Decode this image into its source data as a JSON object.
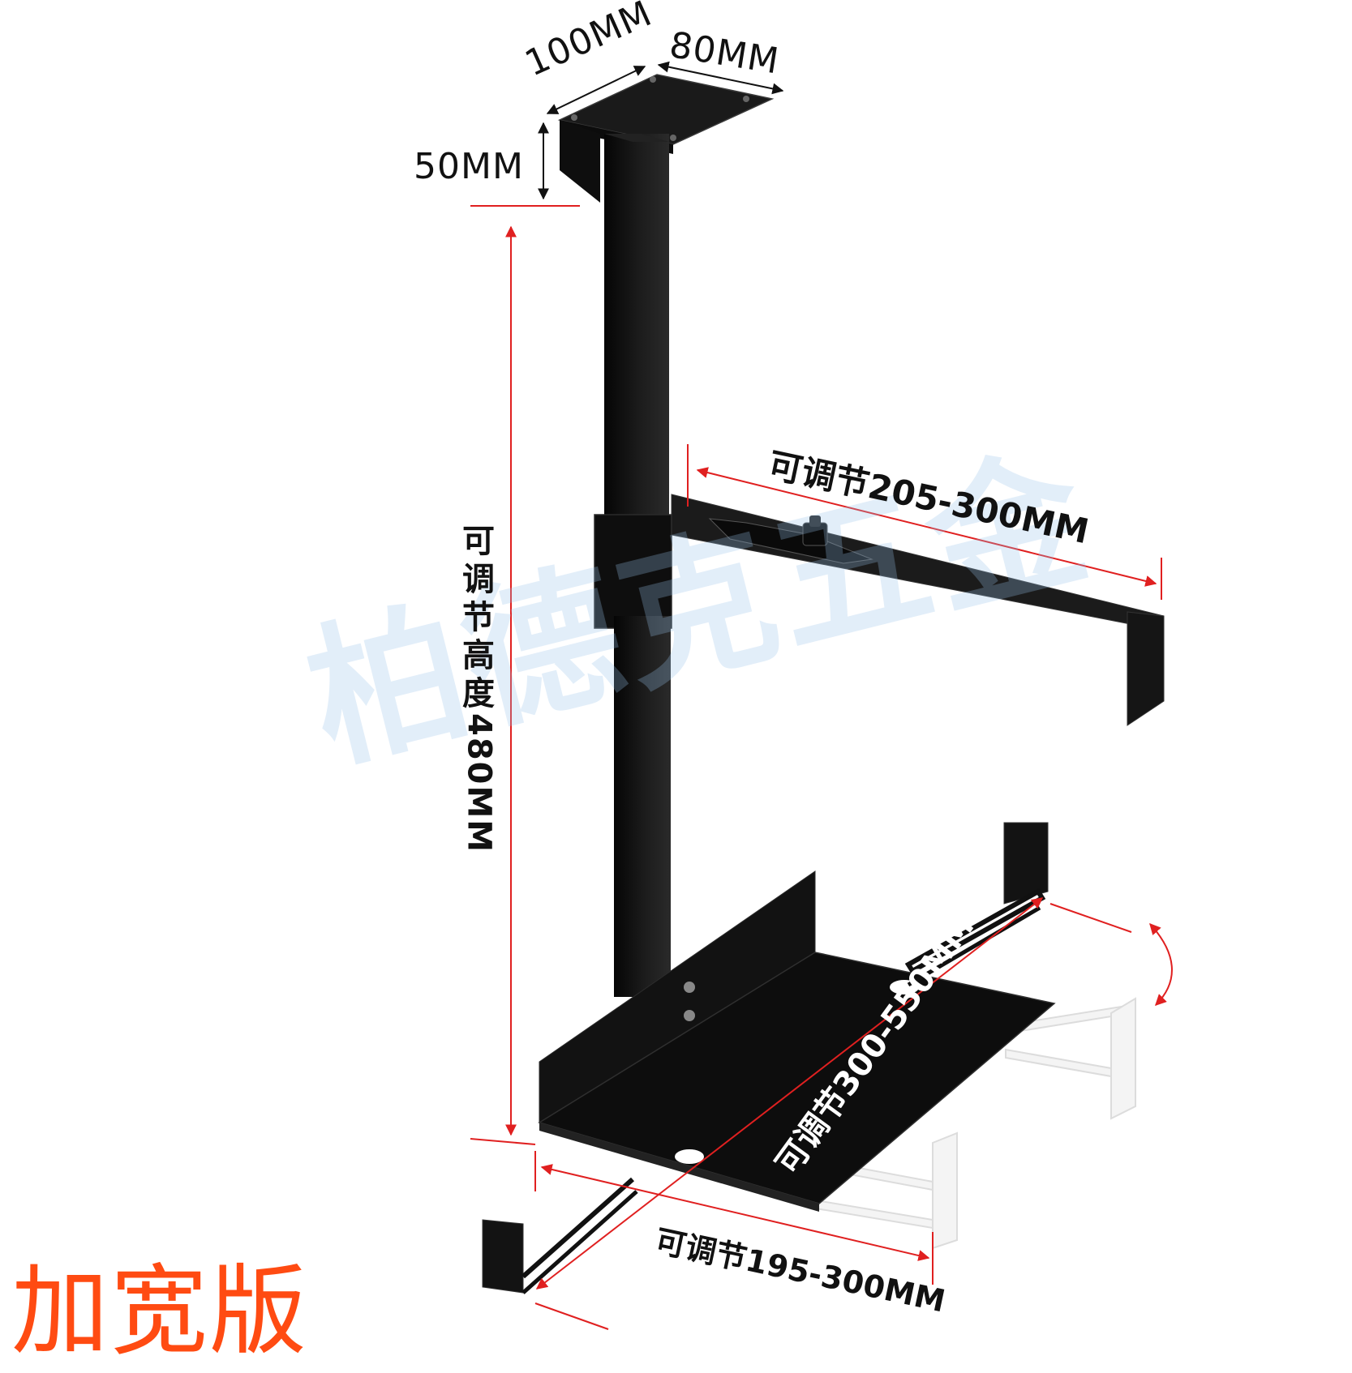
{
  "labels": {
    "width_top": "100MM",
    "depth_top": "80MM",
    "height_top": "50MM",
    "arm_adjust": "可调节205-300MM",
    "height_adjust_prefix": [
      "可",
      "调",
      "节",
      "高",
      "度"
    ],
    "height_adjust_value": "480MM",
    "tray_length_adjust": "可调节300-550MM",
    "tray_width_adjust": "可调节195-300MM",
    "edition": "加宽版",
    "watermark": "柏德克五金"
  },
  "colors": {
    "metal": "#141414",
    "metal_edge": "#2e2e2e",
    "dimension_line": "#e02020",
    "edition_text": "#ff4b12",
    "ghost_part": "#f2f2f2"
  }
}
